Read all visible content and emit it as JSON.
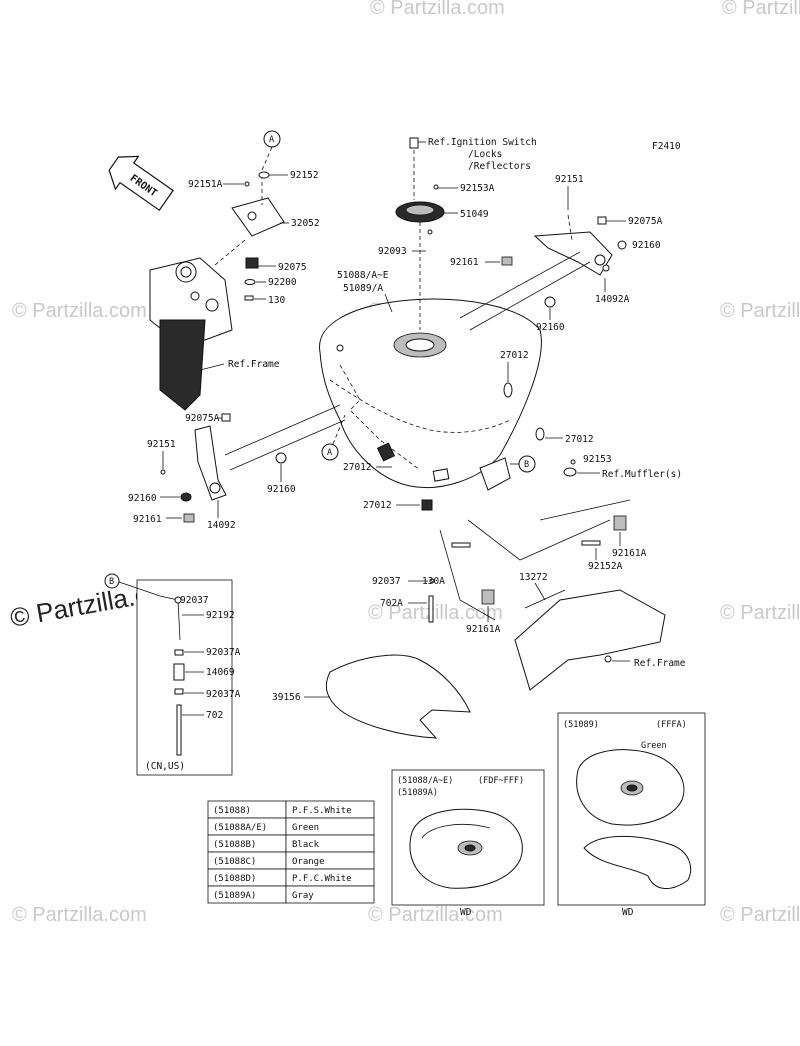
{
  "figure_code": "F2410",
  "watermark": "© Partzilla.com",
  "front_label": "FRONT",
  "circle_labels": {
    "a": "A",
    "b": "B"
  },
  "ref_labels": {
    "ignition": "Ref.Ignition Switch",
    "locks": "/Locks",
    "reflectors": "/Reflectors",
    "frame_left": "Ref.Frame",
    "frame_right": "Ref.Frame",
    "muffler": "Ref.Muffler(s)"
  },
  "parts": {
    "p92151A": "92151A",
    "p92152": "92152",
    "p32052": "32052",
    "p92075": "92075",
    "p92200": "92200",
    "p130": "130",
    "p92153A": "92153A",
    "p51049": "51049",
    "p92093": "92093",
    "p51088": "51088/A~E",
    "p51089": "51089/A",
    "p92151_r": "92151",
    "p92075A_r": "92075A",
    "p92160_r1": "92160",
    "p92161_r": "92161",
    "p14092A": "14092A",
    "p92160_r2": "92160",
    "p27012_a": "27012",
    "p27012_b": "27012",
    "p27012_c": "27012",
    "p27012_d": "27012",
    "p92075A_l": "92075A",
    "p92151_l": "92151",
    "p92160_l1": "92160",
    "p92160_l2": "92160",
    "p92161_l": "92161",
    "p14092": "14092",
    "p92153": "92153",
    "p92037": "92037",
    "p130A": "130A",
    "p13272": "13272",
    "p92161A_a": "92161A",
    "p92152A": "92152A",
    "p702A": "702A",
    "p92161A_b": "92161A",
    "p39156": "39156",
    "inset_92037": "92037",
    "inset_92192": "92192",
    "inset_92037A_a": "92037A",
    "inset_14069": "14069",
    "inset_92037A_b": "92037A",
    "inset_702": "702",
    "inset_region": "(CN,US)"
  },
  "color_table": [
    {
      "code": "(51088)",
      "color": "P.F.S.White"
    },
    {
      "code": "(51088A/E)",
      "color": "Green"
    },
    {
      "code": "(51088B)",
      "color": "Black"
    },
    {
      "code": "(51088C)",
      "color": "Orange"
    },
    {
      "code": "(51088D)",
      "color": "P.F.C.White"
    },
    {
      "code": "(51089A)",
      "color": "Gray"
    }
  ],
  "variant_box_1": {
    "line1": "(51088/A~E)",
    "line1_right": "(FDF~FFF)",
    "line2": "(51089A)",
    "footer": "WD"
  },
  "variant_box_2": {
    "line1": "(51089)",
    "line1_right": "(FFFA)",
    "color": "Green",
    "footer": "WD"
  }
}
